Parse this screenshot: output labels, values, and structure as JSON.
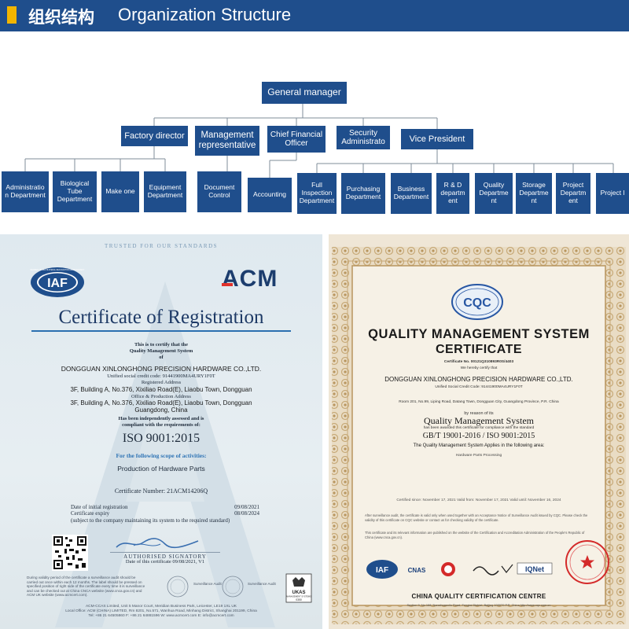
{
  "header": {
    "title_cn": "组织结构",
    "title_en": "Organization Structure",
    "bar_color": "#1f4e8c",
    "accent_color": "#f2b500"
  },
  "org": {
    "box_color": "#1f4e8c",
    "top": "General manager",
    "level1": [
      "Factory director",
      "Management representative",
      "Chief Financial Officer",
      "Security Administrato",
      "Vice President"
    ],
    "level2": [
      "Administratio n Department",
      "Biological Tube Department",
      "Make one",
      "Equipment Department",
      "Document Control",
      "Accounting",
      "Full Inspection Department",
      "Purchasing Department",
      "Business Department",
      "R & D departm ent",
      "Quality Departme nt",
      "Storage Departme nt",
      "Project Departm ent",
      "Project l"
    ]
  },
  "cert_left": {
    "trusted": "TRUSTED FOR OUR STANDARDS",
    "iaf_logo_text": "IAF",
    "iaf_ring_text": "MEMBER OF MULTILATERAL RECOGNITION ARRANGEMENT",
    "brand": "ACM",
    "title": "Certificate of Registration",
    "certify_line1": "This is to certify that the",
    "certify_line2": "Quality Management System",
    "certify_line3": "of",
    "company": "DONGGUAN XINLONGHONG PRECISION HARDWARE CO.,LTD.",
    "credit_code": "Unified social credit code: 91441900MA4URY1F0T",
    "registered_label": "Registered Address",
    "registered_address": "3F, Building A, No.376, Xixiliao Road(E), Liaobu Town, Dongguan",
    "office_label": "Office & Production Address",
    "office_address": "3F, Building A, No.376, Xixiliao Road(E), Liaobu Town, Dongguan",
    "province": "Guangdong, China",
    "assessed_line1": "Has been independently assessed and is",
    "assessed_line2": "compliant with the requirements of:",
    "standard": "ISO 9001:2015",
    "scope_heading": "For the following scope of activities:",
    "scope": "Production of Hardware Parts",
    "cert_number": "Certificate Number: 21ACM14206Q",
    "initial_label": "Date of initial registration",
    "initial_date": "09/08/2021",
    "expiry_label": "Certificate expiry",
    "expiry_date": "08/08/2024",
    "subject_note": "(subject to the company maintaining its system to the required standard)",
    "authorised": "AUTHORISED SIGNATORY",
    "date_of_cert": "Date of this certificate 09/08/2021, V1",
    "fine_print": "During validity period of the certificate a surveillance audit should be carried out once within each 12 months. The label should be pressed on specified position of right side of the certificate every time it is surveillance and can be checked out at China CNCA website (www.cnca.gov.cn) and ACM UK website (www.acmcert.com).",
    "surv1": "Surveillance Audit",
    "surv2": "Surveillance Audit",
    "ukas": "UKAS",
    "ukas_sub": "MANAGEMENT SYSTEMS",
    "ukas_no": "0350",
    "footer1": "ACM-CCAS Limited, Unit 5 Manor Court, Meridian Business Park, Leicester, LE19 1XL UK",
    "footer2": "Local Office: ACM (CHINA) LIMITED, Rm 8201, No.571, Wanhua Road, Minhang District, Shanghai 201199, China",
    "footer3": "Tel: +86 21 64505860  F: +86 21 64881596   W: www.acmcert.com  E: info@acmcert.com"
  },
  "cert_right": {
    "cqc_logo": "CQC",
    "title1": "QUALITY MANAGEMENT SYSTEM",
    "title2": "CERTIFICATE",
    "cert_no": "Certificate No. 00121Q310893R0S/4403",
    "certify": "We hereby certify that",
    "company": "DONGGUAN XINLONGHONG PRECISION HARDWARE CO.,LTD.",
    "credit": "Unified Social Credit Code: 91441900MA4URY1F0T",
    "address": "Room 201, No.99, Liping Road, Datang Town, Dongguan City, Guangdong Province, P.R. China",
    "by_reason": "by reason of its",
    "qms": "Quality Management System",
    "awarded": "has been awarded this certificate for compliance with the standard",
    "standard": "GB/T 19001-2016 / ISO 9001:2015",
    "applies": "The Quality Management System Applies in the following area:",
    "scope": "Hardware Parts Processing",
    "dates": "Certified since: November 17, 2021     Valid from: November 17, 2021     Valid until: November 16, 2024",
    "para1": "After surveillance audit, the certificate is valid only when used together with an Acceptance Notice of Surveillance Audit issued by CQC. Please check the validity of this certificate on CQC website or contact us for checking validity of the certificate.",
    "para2": "This certificate and its relevant information are published on the website of the Certification and Accreditation Administration of the People's Republic of China (www.cnca.gov.cn).",
    "logo_iaf": "IAF",
    "logo_cnas": "CNAS",
    "logo_iqnet": "IQNet",
    "centre": "CHINA QUALITY CERTIFICATION CENTRE",
    "centre_addr": "Section 9, No.188, Nansihuanxilu Road, Fengtai District, Beijing 100070 P.R. China  http://www.cqc.com.cn"
  }
}
